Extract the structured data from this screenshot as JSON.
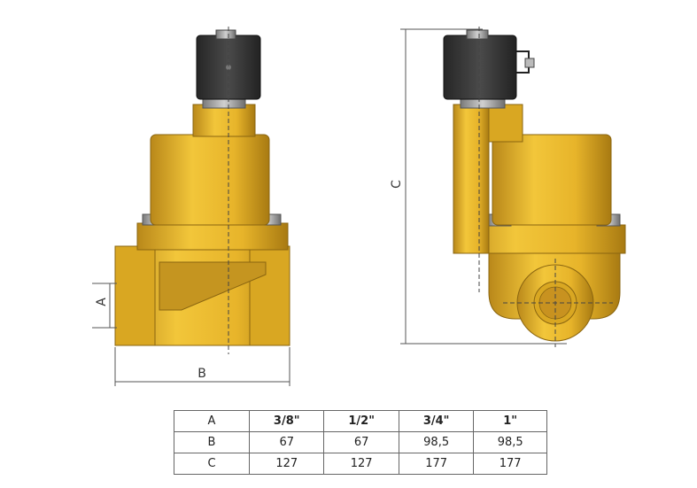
{
  "drawing": {
    "labels": {
      "a": "A",
      "b": "B",
      "c": "C"
    },
    "colors": {
      "brass": "#e8b92c",
      "brass_dark": "#b88a16",
      "coil": "#3c3c3c",
      "nut": "#9a9a9a",
      "dim_line": "#555555"
    }
  },
  "table": {
    "rows": [
      {
        "key": "A",
        "values": [
          "3/8\"",
          "1/2\"",
          "3/4\"",
          "1\""
        ]
      },
      {
        "key": "B",
        "values": [
          "67",
          "67",
          "98,5",
          "98,5"
        ]
      },
      {
        "key": "C",
        "values": [
          "127",
          "127",
          "177",
          "177"
        ]
      }
    ]
  }
}
